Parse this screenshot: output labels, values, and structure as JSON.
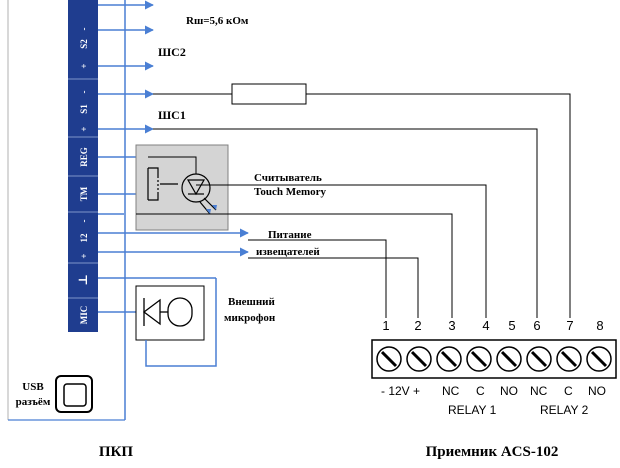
{
  "panel": {
    "terminal_labels": [
      "S2",
      "-",
      "+",
      "S1",
      "-",
      "+",
      "REG",
      "TM",
      "12",
      "-",
      "+",
      "⊥",
      "MIC"
    ],
    "usb_label_line1": "USB",
    "usb_label_line2": "разъём",
    "caption": "ПКП"
  },
  "loops": {
    "resistor_label": "Rш=5,6 кОм",
    "loop2_label": "ШС2",
    "loop1_label": "ШС1"
  },
  "reader": {
    "label_line1": "Считыватель",
    "label_line2": "Touch Memory"
  },
  "power": {
    "label_line1": "Питание",
    "label_line2": "извещателей"
  },
  "microphone": {
    "label_line1": "Внешний",
    "label_line2": "микрофон"
  },
  "receiver": {
    "terminal_numbers": [
      "1",
      "2",
      "3",
      "4",
      "5",
      "6",
      "7",
      "8"
    ],
    "supply_label": "- 12V +",
    "pin_labels": [
      "NC",
      "C",
      "NO",
      "NC",
      "C",
      "NO"
    ],
    "relay1_label": "RELAY 1",
    "relay2_label": "RELAY 2",
    "caption": "Приемник ACS-102"
  },
  "colors": {
    "panel_blue": "#1f3d8f",
    "wire_blue": "#4a7fd4",
    "reader_box": "#d4d4d4",
    "black": "#000000"
  }
}
